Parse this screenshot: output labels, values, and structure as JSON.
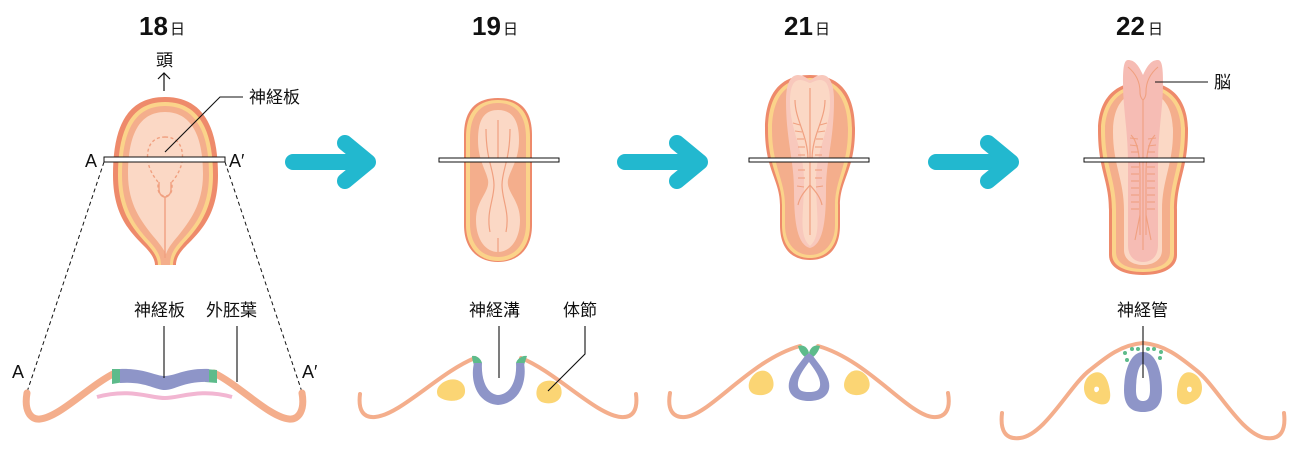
{
  "title": "神経管の形成（18日〜22日）",
  "stages": [
    {
      "day": "18",
      "unit": "日"
    },
    {
      "day": "19",
      "unit": "日"
    },
    {
      "day": "21",
      "unit": "日"
    },
    {
      "day": "22",
      "unit": "日"
    }
  ],
  "labels": {
    "head": "頭",
    "neural_plate_top": "神経板",
    "section_a": "A",
    "section_a_prime": "A′",
    "neural_plate": "神経板",
    "ectoderm": "外胚葉",
    "neural_groove": "神経溝",
    "somite": "体節",
    "brain": "脳",
    "neural_tube": "神経管"
  },
  "colors": {
    "arrow": "#22b8cf",
    "ectoderm": "#f4ae8c",
    "neural": "#8e95c8",
    "neural_crest": "#5dbb8b",
    "somite": "#fbd574",
    "endoderm": "#f2b6d2",
    "embryo_outer": "#ee8a6b",
    "embryo_yellow": "#fbd38a",
    "embryo_mid": "#f4ae8c",
    "embryo_inner": "#fbd8c5",
    "brain": "#f6bcb4"
  }
}
